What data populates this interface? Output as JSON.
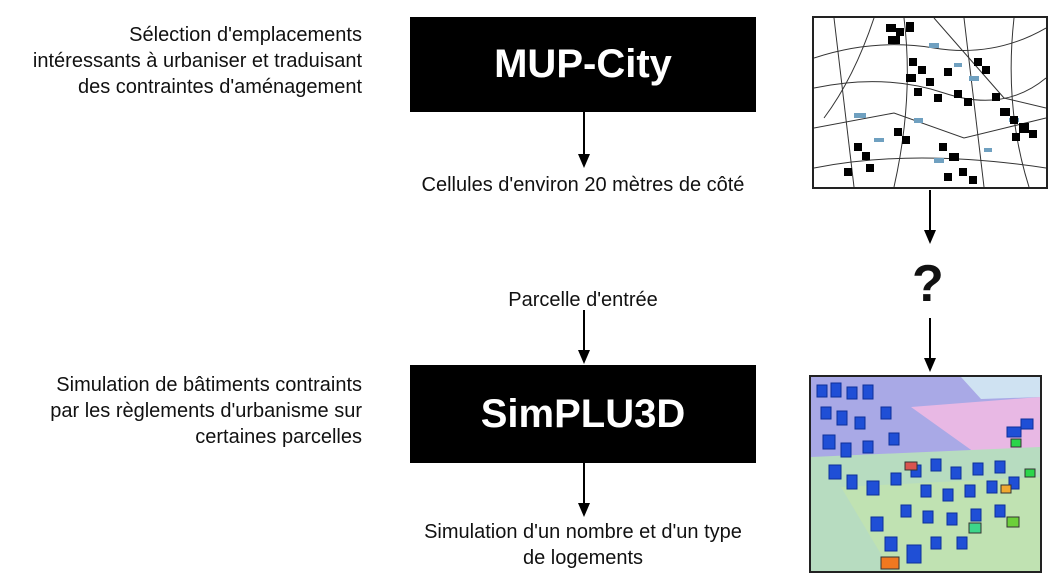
{
  "top": {
    "description": [
      "Sélection d'emplacements",
      "intéressants à urbaniser et traduisant",
      "des contraintes d'aménagement"
    ],
    "box_label": "MUP-City",
    "output_label": "Cellules d'environ 20 mètres de côté"
  },
  "middle": {
    "input_label": "Parcelle d'entrée",
    "question_mark": "?"
  },
  "bottom": {
    "description": [
      "Simulation de bâtiments contraints",
      "par les règlements d'urbanisme sur",
      "certaines parcelles"
    ],
    "box_label": "SimPLU3D",
    "output_label": [
      "Simulation d'un nombre et d'un type",
      "de logements"
    ]
  },
  "colors": {
    "box_bg": "#000000",
    "box_text": "#ffffff",
    "building": "#1f4fd6",
    "parcel": "#6fa0c0"
  }
}
